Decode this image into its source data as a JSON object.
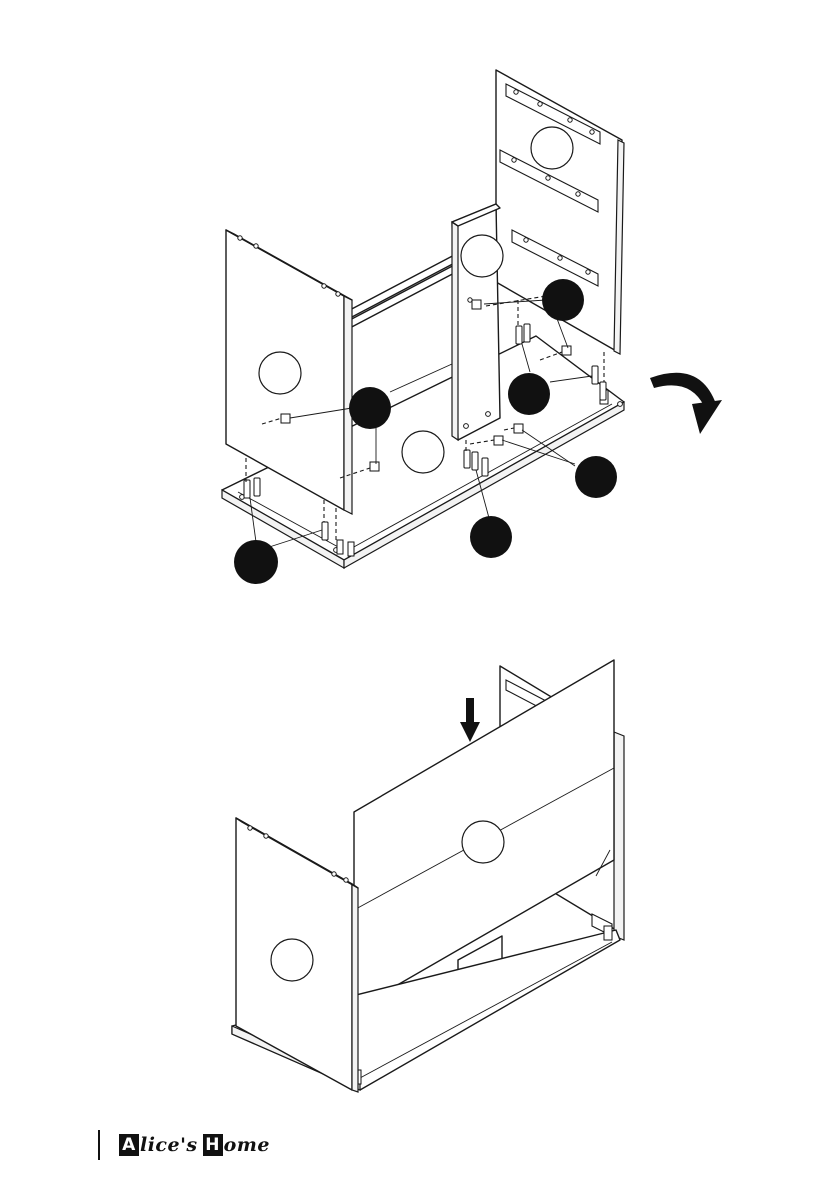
{
  "brand": {
    "logo_part1_letter": "A",
    "logo_part1_rest": "lice's",
    "logo_part2_letter": "H",
    "logo_part2_rest": "ome"
  },
  "colors": {
    "ink": "#1a1a1a",
    "paper": "#ffffff"
  },
  "icons": [
    "rotate-arrow-icon",
    "down-arrow-icon",
    "cam-lock-icon",
    "dowel-icon"
  ]
}
